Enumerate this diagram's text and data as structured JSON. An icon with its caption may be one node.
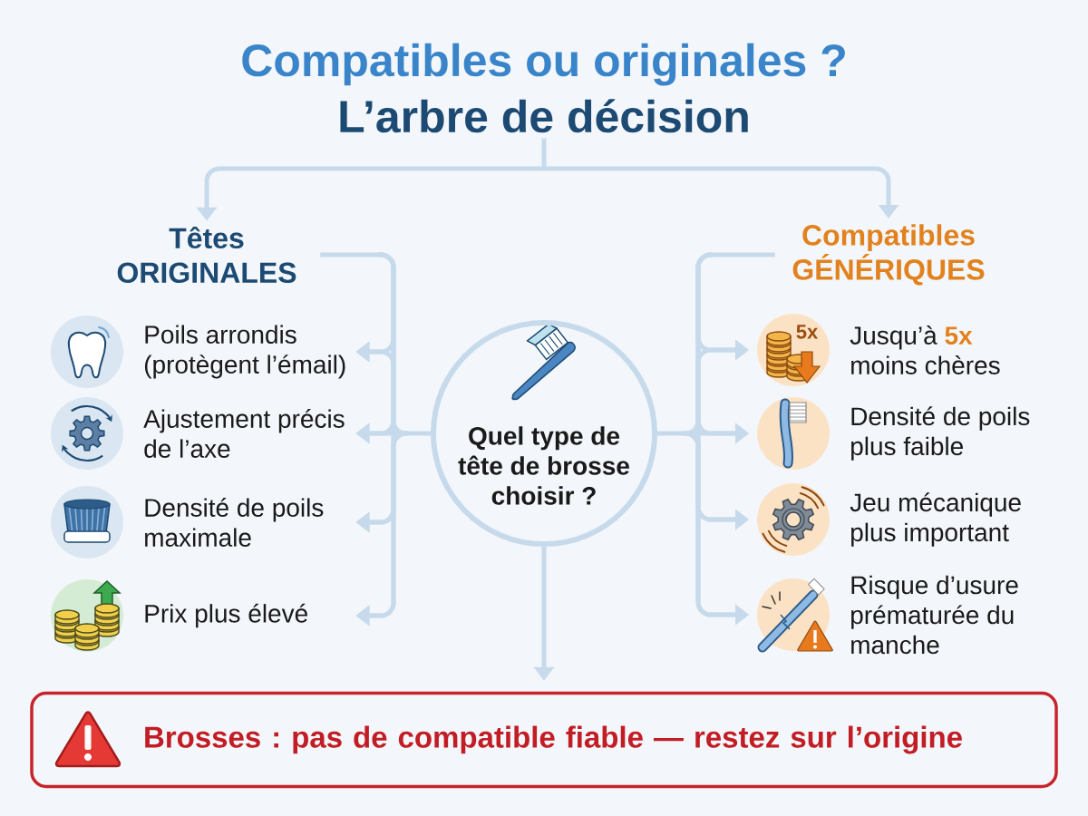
{
  "diagram": {
    "nodes": [
      {
        "text": [
          "Compatibles ou originales ?",
          "L’arbre de décision"
        ]
      },
      {
        "text": [
          "Têtes ORIGINALES"
        ]
      },
      {
        "text": [
          "Compatibles GÉNÉRIQUES"
        ]
      },
      {
        "text": [
          "Quel type de tête de brosse choisir ?"
        ]
      },
      {
        "text": [
          "Poils arrondis (protègent l’émail)"
        ]
      },
      {
        "text": [
          "Ajustement précis de l’axe"
        ]
      },
      {
        "text": [
          "Densité de poils maximale"
        ]
      },
      {
        "text": [
          "Prix plus élevé"
        ]
      },
      {
        "text": [
          "Jusqu’à **5x** moins chères"
        ]
      },
      {
        "text": [
          "Densité de poils plus faible"
        ]
      },
      {
        "text": [
          "Jeu mécanique plus important"
        ]
      },
      {
        "text": [
          "Risque d’usure prématurée du manche"
        ]
      },
      {
        "text": [
          "Brosses : pas de compatible fiable — restez sur l’origine"
        ]
      }
    ],
    "edges": [
      {
        "from": 0,
        "to": 1,
        "arrow": "to"
      },
      {
        "from": 0,
        "to": 2,
        "arrow": "to"
      },
      {
        "from": 1,
        "to": 4,
        "arrow": "to"
      },
      {
        "from": 1,
        "to": 5,
        "arrow": "to"
      },
      {
        "from": 1,
        "to": 6,
        "arrow": "to"
      },
      {
        "from": 1,
        "to": 7,
        "arrow": "to"
      },
      {
        "from": 3,
        "to": 4,
        "arrow": "to"
      },
      {
        "from": 3,
        "to": 5,
        "arrow": "to"
      },
      {
        "from": 3,
        "to": 6,
        "arrow": "to"
      },
      {
        "from": 3,
        "to": 7,
        "arrow": "to"
      },
      {
        "from": 2,
        "to": 8,
        "arrow": "to"
      },
      {
        "from": 2,
        "to": 9,
        "arrow": "to"
      },
      {
        "from": 2,
        "to": 10,
        "arrow": "to"
      },
      {
        "from": 2,
        "to": 11,
        "arrow": "to"
      },
      {
        "from": 3,
        "to": 8,
        "arrow": "to"
      },
      {
        "from": 3,
        "to": 9,
        "arrow": "to"
      },
      {
        "from": 3,
        "to": 10,
        "arrow": "to"
      },
      {
        "from": 3,
        "to": 11,
        "arrow": "to"
      },
      {
        "from": 3,
        "to": 12,
        "arrow": "to"
      }
    ],
    "labels": [
      "5x"
    ]
  }
}
